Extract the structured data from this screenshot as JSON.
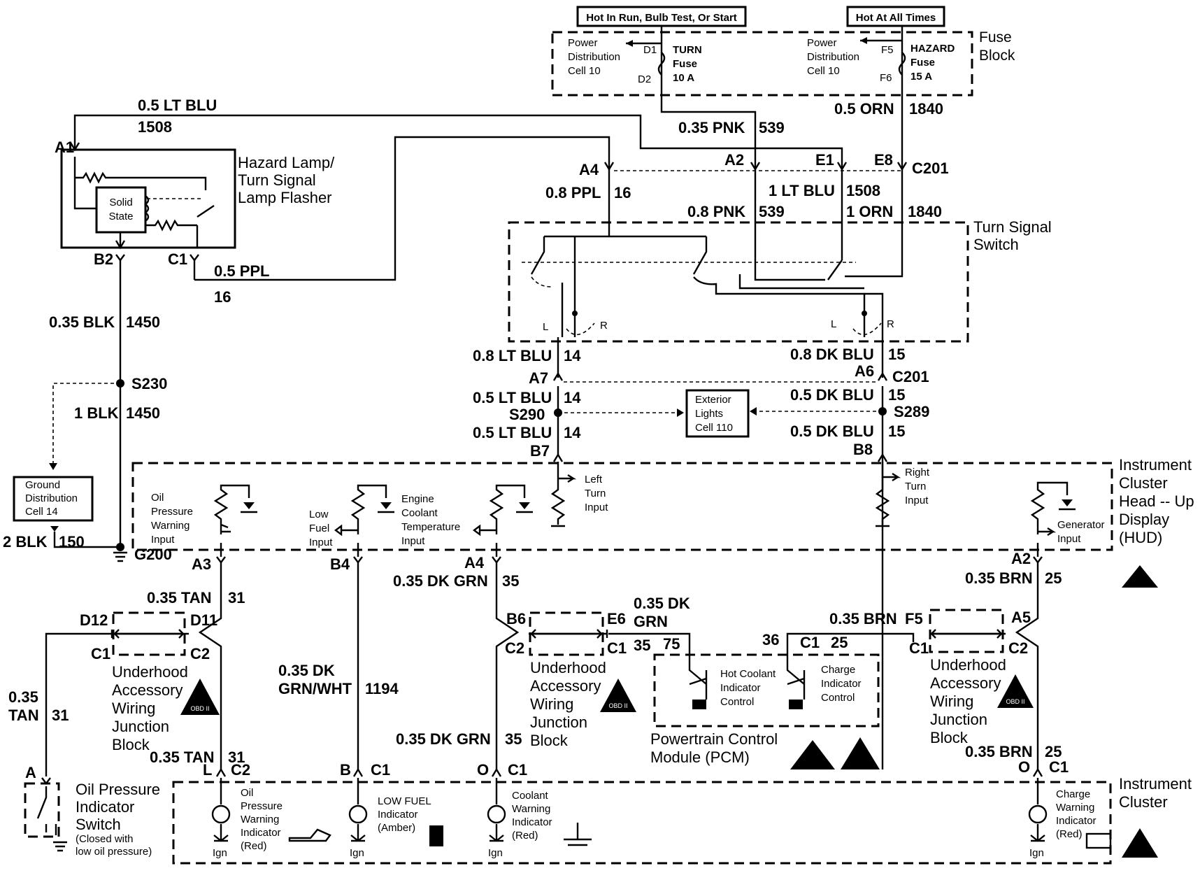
{
  "fuse_block": {
    "label": [
      "Fuse",
      "Block"
    ],
    "hot_run": "Hot In Run, Bulb Test, Or Start",
    "hot_all": "Hot At All Times",
    "pdc_left": [
      "Power",
      "Distribution",
      "Cell 10"
    ],
    "pdc_right": [
      "Power",
      "Distribution",
      "Cell 10"
    ],
    "turn_fuse": [
      "TURN",
      "Fuse",
      "10 A"
    ],
    "hazard_fuse": [
      "HAZARD",
      "Fuse",
      "15 A"
    ],
    "pins": {
      "d1": "D1",
      "d2": "D2",
      "f5": "F5",
      "f6": "F6"
    }
  },
  "flasher": {
    "label": [
      "Hazard Lamp/",
      "Turn Signal",
      "Lamp Flasher"
    ],
    "solid_state": [
      "Solid",
      "State"
    ],
    "pins": {
      "a1": "A1",
      "b2": "B2",
      "c1": "C1"
    }
  },
  "wires": {
    "w1": "0.5 LT BLU",
    "c1": "1508",
    "w2": "0.35 PNK",
    "c2": "539",
    "w3": "0.5 ORN",
    "c3": "1840",
    "w4": "0.8 PPL",
    "c4": "16",
    "w5": "1 LT BLU",
    "c5": "1508",
    "w6": "0.8 PNK",
    "c6": "539",
    "w7": "1 ORN",
    "c7": "1840",
    "w8": "0.5 PPL",
    "c8": "16",
    "w9": "0.35 BLK",
    "c9": "1450",
    "w10": "1 BLK",
    "c10": "1450",
    "w11": "0.8 LT BLU",
    "c11": "14",
    "w12": "0.8 DK BLU",
    "c12": "15",
    "w13": "0.5 LT BLU",
    "c13": "14",
    "w14": "0.5 DK BLU",
    "c14": "15",
    "w15": "0.5 LT BLU",
    "c15": "14",
    "w16": "0.5 DK BLU",
    "c16": "15",
    "w17": "2 BLK",
    "c17": "150",
    "w18": "0.35 TAN",
    "c18": "31",
    "w19": "0.35 DK GRN",
    "c19": "35",
    "w20": [
      "0.35 DK",
      "GRN"
    ],
    "w21": "0.35 BRN",
    "w22": "0.35 BRN",
    "c22": "25",
    "w23": [
      "0.35",
      "TAN"
    ],
    "c23": "31",
    "w24": [
      "0.35 DK",
      "GRN/WHT"
    ],
    "c24": "1194",
    "w25": "0.35 DK GRN",
    "c25": "35",
    "w26": "0.35 TAN",
    "c26": "31",
    "w27": "0.35 BRN",
    "c27": "25"
  },
  "connectors": {
    "a4": "A4",
    "a2": "A2",
    "e1": "E1",
    "e8": "E8",
    "c201": "C201",
    "a7": "A7",
    "a6": "A6",
    "c201b": "C201",
    "b7": "B7",
    "b8": "B8",
    "s290": "S290",
    "s289": "S289",
    "s230": "S230",
    "g200": "G200",
    "a3": "A3",
    "b4": "B4",
    "a4b": "A4",
    "a2b": "A2",
    "d12": "D12",
    "d11": "D11",
    "c1a": "C1",
    "c2a": "C2",
    "b6": "B6",
    "e6": "E6",
    "c2b": "C2",
    "c1b": "C1",
    "n35": "35",
    "n75": "75",
    "n36": "36",
    "c1c": "C1",
    "n25": "25",
    "f5b": "F5",
    "a5": "A5",
    "c1d": "C1",
    "c2d": "C2",
    "pin_a": "A",
    "pin_l": "L",
    "c2e": "C2",
    "pin_b": "B",
    "c1e": "C1",
    "pin_o": "O",
    "c1f": "C1",
    "pin_o2": "O",
    "c1g": "C1",
    "l1": "L",
    "r1": "R",
    "l2": "L",
    "r2": "R"
  },
  "turn_switch": [
    "Turn Signal",
    "Switch"
  ],
  "exterior_lights": [
    "Exterior",
    "Lights",
    "Cell 110"
  ],
  "ground_dist": [
    "Ground",
    "Distribution",
    "Cell 14"
  ],
  "cluster_hud": {
    "label": [
      "Instrument",
      "Cluster",
      "Head -- Up",
      "Display",
      "(HUD)"
    ],
    "oil": [
      "Oil",
      "Pressure",
      "Warning",
      "Input"
    ],
    "fuel": [
      "Low",
      "Fuel",
      "Input"
    ],
    "coolant": [
      "Engine",
      "Coolant",
      "Temperature",
      "Input"
    ],
    "left": [
      "Left",
      "Turn",
      "Input"
    ],
    "right": [
      "Right",
      "Turn",
      "Input"
    ],
    "gen": [
      "Generator",
      "Input"
    ]
  },
  "junction": [
    "Underhood",
    "Accessory",
    "Wiring",
    "Junction",
    "Block"
  ],
  "pcm": {
    "label": [
      "Powertrain Control",
      "Module (PCM)"
    ],
    "hot": [
      "Hot Coolant",
      "Indicator",
      "Control"
    ],
    "charge": [
      "Charge",
      "Indicator",
      "Control"
    ]
  },
  "obd": "OBD II",
  "oil_switch": [
    "Oil Pressure",
    "Indicator",
    "Switch"
  ],
  "oil_switch_note": [
    "(Closed with",
    "low oil pressure)"
  ],
  "cluster": {
    "label": [
      "Instrument",
      "Cluster"
    ],
    "oil": [
      "Oil",
      "Pressure",
      "Warning",
      "Indicator",
      "(Red)"
    ],
    "fuel": [
      "LOW FUEL",
      "Indicator",
      "(Amber)"
    ],
    "coolant": [
      "Coolant",
      "Warning",
      "Indicator",
      "(Red)"
    ],
    "charge": [
      "Charge",
      "Warning",
      "Indicator",
      "(Red)"
    ],
    "ign": "Ign"
  }
}
